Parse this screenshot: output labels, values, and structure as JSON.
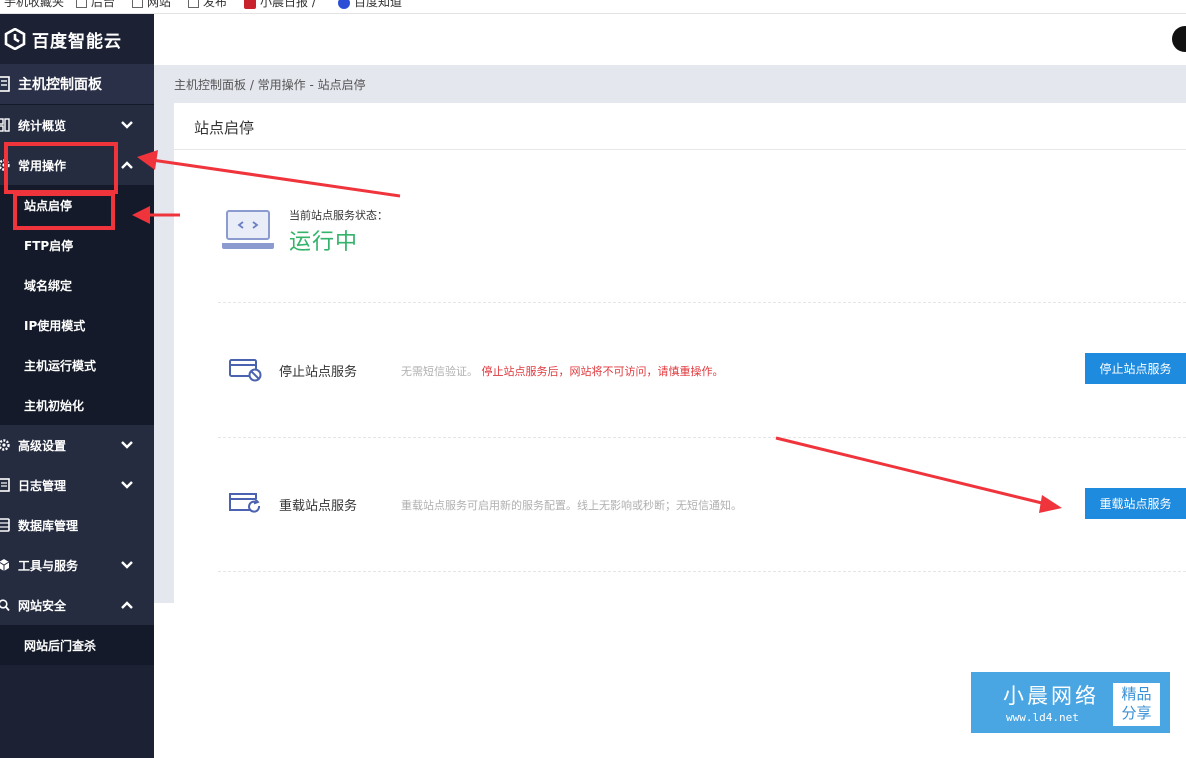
{
  "bookmarks": [
    "手机收藏夹",
    "后台",
    "网站",
    "发布",
    "小晨日报 /",
    "百度知道"
  ],
  "brand": {
    "name": "百度智能云"
  },
  "sidebar": {
    "top": {
      "label": "主机控制面板",
      "icon": "server-icon"
    },
    "items": [
      {
        "label": "统计概览",
        "icon": "dashboard-icon",
        "expanded": false
      },
      {
        "label": "常用操作",
        "icon": "gear-icon",
        "expanded": true,
        "children": [
          "站点启停",
          "FTP启停",
          "域名绑定",
          "IP使用模式",
          "主机运行模式",
          "主机初始化"
        ]
      },
      {
        "label": "高级设置",
        "icon": "gear-icon",
        "expanded": false
      },
      {
        "label": "日志管理",
        "icon": "log-icon",
        "expanded": false
      },
      {
        "label": "数据库管理",
        "icon": "database-icon"
      },
      {
        "label": "工具与服务",
        "icon": "box-icon",
        "expanded": false
      },
      {
        "label": "网站安全",
        "icon": "shield-search-icon",
        "expanded": true,
        "children": [
          "网站后门查杀"
        ]
      }
    ]
  },
  "breadcrumb": "主机控制面板 / 常用操作 - 站点启停",
  "panel": {
    "title": "站点启停",
    "status_label": "当前站点服务状态：",
    "status_value": "运行中",
    "rows": [
      {
        "title": "停止站点服务",
        "desc_gray": "无需短信验证。",
        "desc_red": "停止站点服务后，网站将不可访问，请慎重操作。",
        "button": "停止站点服务",
        "icon": "stop-site-icon"
      },
      {
        "title": "重载站点服务",
        "desc_gray": "重载站点服务可启用新的服务配置。线上无影响或秒断；无短信通知。",
        "desc_red": "",
        "button": "重载站点服务",
        "icon": "reload-site-icon"
      }
    ]
  },
  "watermark": {
    "title": "小晨网络",
    "url": "www.ld4.net",
    "badge_line1": "精品",
    "badge_line2": "分享"
  },
  "colors": {
    "sidebar_bg": "#1c2234",
    "accent": "#1e8bdf",
    "status_green": "#34b36a",
    "warning_red": "#e0393e",
    "annotation_red": "#f0343c"
  }
}
